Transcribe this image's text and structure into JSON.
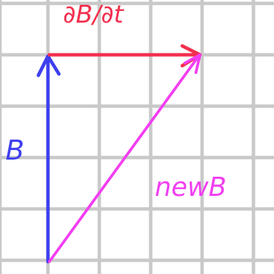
{
  "labels": {
    "b": "B",
    "dbdt": "∂B/∂t",
    "new_b": "newB"
  },
  "colors": {
    "grid": "#c9c9c9",
    "b_vector": "#3f3ff0",
    "dbdt_vector": "#f2304f",
    "new_b_vector": "#f23ef2"
  }
}
